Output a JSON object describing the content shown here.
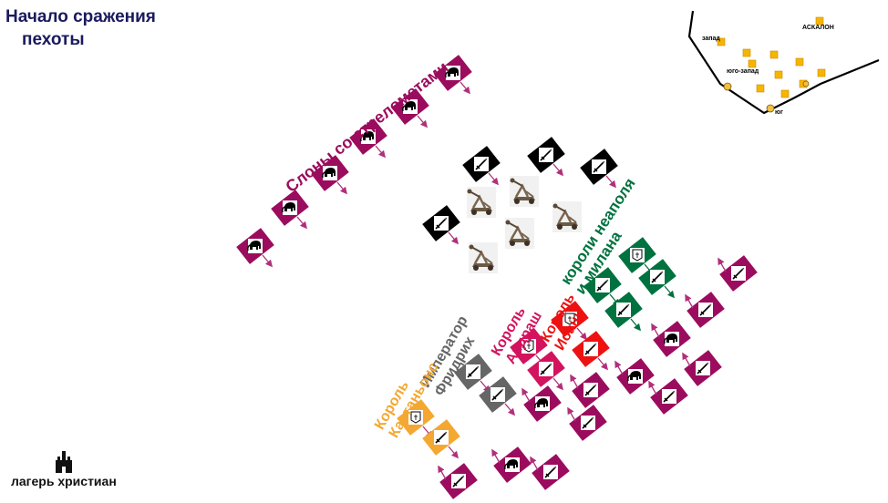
{
  "title": {
    "line1": "Начало сражения",
    "line2": "пехоты"
  },
  "labels": {
    "elephants": "Слоны со стрелометами",
    "naples_milan": {
      "line1": "короли неаполя",
      "line2": "и милана"
    },
    "andrash": {
      "line1": "Король",
      "line2": "Андраш"
    },
    "ioann": {
      "line1": "Король",
      "line2": "Иоанн"
    },
    "frederick": {
      "line1": "Император",
      "line2": "Фридрих"
    },
    "castile": {
      "line1": "Король",
      "line2": "Кастаньонс"
    }
  },
  "camp": "лагерь христиан",
  "inset_map": {
    "labels": {
      "zapad": "запад",
      "yugo_zapad": "юго-запад",
      "yug": "юг",
      "askalon": "АСКАЛОН"
    }
  },
  "colors": {
    "purple": "#9b0c5e",
    "black": "#000000",
    "green": "#00723f",
    "red": "#ee1111",
    "crimson": "#d3135e",
    "gray": "#666666",
    "orange": "#f4a831",
    "title": "#1a1a5e",
    "arrow": "#b0307a",
    "gold": "#f7b500"
  },
  "icons": [
    "elephant-icon",
    "sword-icon",
    "catapult-icon",
    "banner-icon",
    "castle-icon"
  ]
}
